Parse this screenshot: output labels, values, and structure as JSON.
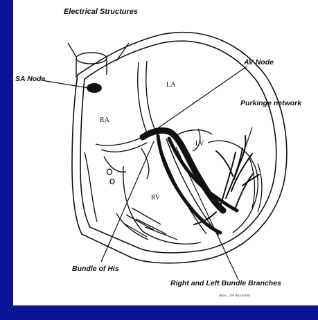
{
  "title": "Electrical Structures",
  "labels": {
    "sa_node": "SA Node",
    "av_node": "AV Node",
    "purkinje": "Purkinge network",
    "bundle_his": "Bundle of His",
    "bundle_branches": "Right and Left Bundle Branches",
    "credit": "Atlas...the Autobahn"
  },
  "chambers": {
    "ra": "RA",
    "la": "LA",
    "rv": "RV",
    "lv": "LV"
  },
  "colors": {
    "background": "#0a1496",
    "panel": "#ffffff",
    "ink": "#111111"
  }
}
